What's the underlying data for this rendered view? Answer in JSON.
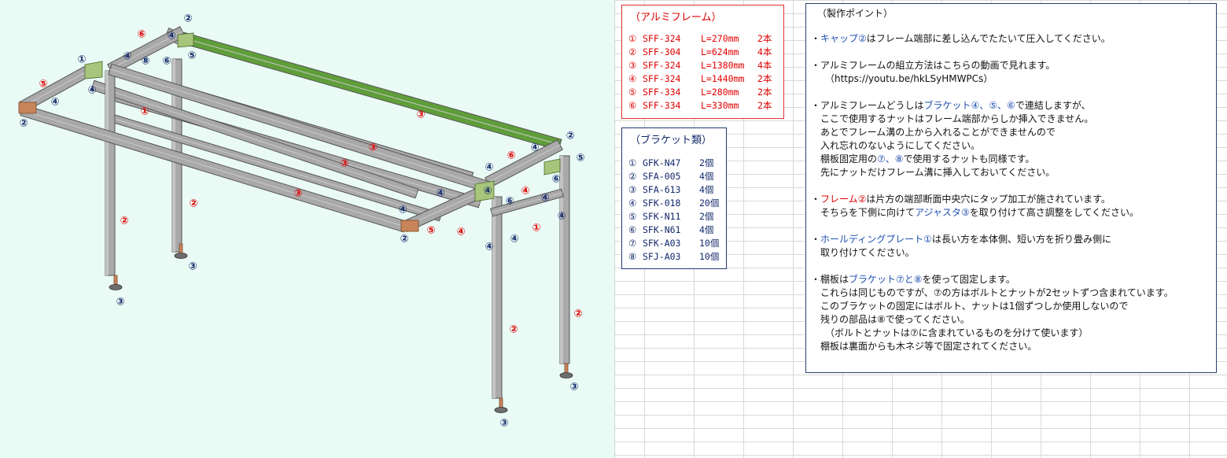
{
  "colors": {
    "frame": "#a9a9a9",
    "frame_edge": "#555555",
    "green_frame": "#5f9e3a",
    "end_cap": "#c9855a",
    "bracket": "#a8c57c",
    "red_label": "#e00000",
    "blue_label": "#12286a",
    "drawing_bg": "#eafaf5"
  },
  "aluminum_frames": {
    "title": "（アルミフレーム）",
    "rows": [
      {
        "no": "①",
        "code": "SFF-324",
        "length": "L=270mm",
        "qty": "2本"
      },
      {
        "no": "②",
        "code": "SFF-304",
        "length": "L=624mm",
        "qty": "4本"
      },
      {
        "no": "③",
        "code": "SFF-324",
        "length": "L=1380mm",
        "qty": "4本"
      },
      {
        "no": "④",
        "code": "SFF-324",
        "length": "L=1440mm",
        "qty": "2本"
      },
      {
        "no": "⑤",
        "code": "SFF-334",
        "length": "L=280mm",
        "qty": "2本"
      },
      {
        "no": "⑥",
        "code": "SFF-334",
        "length": "L=330mm",
        "qty": "2本"
      }
    ]
  },
  "brackets": {
    "title": "（ブラケット類）",
    "rows": [
      {
        "no": "①",
        "code": "GFK-N47",
        "qty": "2個"
      },
      {
        "no": "②",
        "code": "SFA-005",
        "qty": "4個"
      },
      {
        "no": "③",
        "code": "SFA-613",
        "qty": "4個"
      },
      {
        "no": "④",
        "code": "SFK-018",
        "qty": "20個"
      },
      {
        "no": "⑤",
        "code": "SFK-N11",
        "qty": "2個"
      },
      {
        "no": "⑥",
        "code": "SFK-N61",
        "qty": "4個"
      },
      {
        "no": "⑦",
        "code": "SFK-A03",
        "qty": "10個"
      },
      {
        "no": "⑧",
        "code": "SFJ-A03",
        "qty": "10個"
      }
    ]
  },
  "notes": {
    "title": "（製作ポイント）",
    "p1": {
      "a": "・",
      "b": "キャップ②",
      "c": "はフレーム端部に差し込んでたたいて圧入してください。"
    },
    "p2": {
      "l1": "・アルミフレームの組立方法はこちらの動画で見れます。",
      "l2": "（https://youtu.be/hkLSyHMWPCs）"
    },
    "p3": {
      "a": "・アルミフレームどうしは",
      "b": "ブラケット④、⑤、⑥",
      "c": "で連結しますが、",
      "l2": "ここで使用するナットはフレーム端部からしか挿入できません。",
      "l3": "あとでフレーム溝の上から入れることができませんので",
      "l4": "入れ忘れのないようにしてください。",
      "l5a": "棚板固定用の",
      "l5b": "⑦、⑧",
      "l5c": "で使用するナットも同様です。",
      "l6": "先にナットだけフレーム溝に挿入しておいてください。"
    },
    "p4": {
      "a": "・",
      "b": "フレーム②",
      "c": "は片方の端部断面中央穴にタップ加工が施されています。",
      "l2a": "そちらを下側に向けて",
      "l2b": "アジャスタ③",
      "l2c": "を取り付けて高さ調整をしてください。"
    },
    "p5": {
      "a": "・",
      "b": "ホールディングプレート①",
      "c": "は長い方を本体側、短い方を折り畳み側に",
      "l2": "取り付けてください。"
    },
    "p6": {
      "a": "・棚板は",
      "b": "ブラケット⑦と⑧",
      "c": "を使って固定します。",
      "l2": "これらは同じものですが、⑦の方はボルトとナットが2セットずつ含まれています。",
      "l3": "このブラケットの固定にはボルト、ナットは1個ずつしか使用しないので",
      "l4": "残りの部品は⑧で使ってください。",
      "l5": "（ボルトとナットは⑦に含まれているものを分けて使います）",
      "l6": "棚板は裏面からも木ネジ等で固定されてください。"
    }
  },
  "diagram_labels": {
    "red": {
      "frame1": "①",
      "frame2": "②",
      "frame3": "③",
      "frame4": "④",
      "frame5": "⑤",
      "frame6": "⑥"
    },
    "blue": {
      "b1": "①",
      "b2": "②",
      "b3": "③",
      "b4": "④",
      "b5": "⑤",
      "b6": "⑥",
      "b8": "⑧"
    }
  }
}
